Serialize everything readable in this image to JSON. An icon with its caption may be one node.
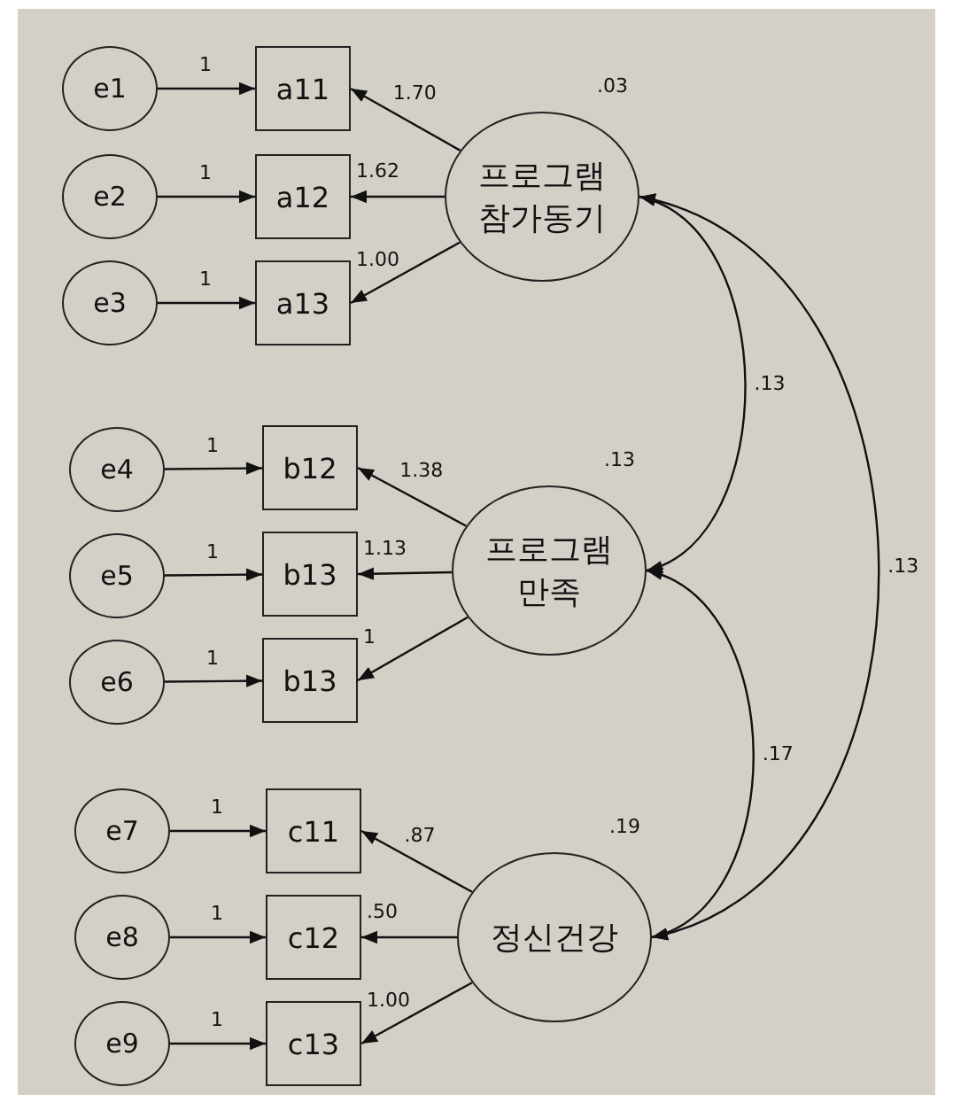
{
  "diagram": {
    "nodes": [
      {
        "text": [
          "e1"
        ]
      },
      {
        "text": [
          "a11"
        ]
      },
      {
        "text": [
          "e2"
        ]
      },
      {
        "text": [
          "a12"
        ]
      },
      {
        "text": [
          "e3"
        ]
      },
      {
        "text": [
          "a13"
        ]
      },
      {
        "text": [
          "프로그램 참가동기"
        ],
        "beside": [
          ".03"
        ]
      },
      {
        "text": [
          "e4"
        ]
      },
      {
        "text": [
          "b12"
        ]
      },
      {
        "text": [
          "e5"
        ]
      },
      {
        "text": [
          "b13"
        ]
      },
      {
        "text": [
          "e6"
        ]
      },
      {
        "text": [
          "b13"
        ]
      },
      {
        "text": [
          "프로그램 만족"
        ],
        "beside": [
          ".13"
        ]
      },
      {
        "text": [
          "e7"
        ]
      },
      {
        "text": [
          "c11"
        ]
      },
      {
        "text": [
          "e8"
        ]
      },
      {
        "text": [
          "c12"
        ]
      },
      {
        "text": [
          "e9"
        ]
      },
      {
        "text": [
          "c13"
        ]
      },
      {
        "text": [
          "정신건강"
        ],
        "beside": [
          ".19"
        ]
      }
    ],
    "edges": [
      {
        "from": 0,
        "to": 1,
        "arrow": "to",
        "label": "1"
      },
      {
        "from": 2,
        "to": 3,
        "arrow": "to",
        "label": "1"
      },
      {
        "from": 4,
        "to": 5,
        "arrow": "to",
        "label": "1"
      },
      {
        "from": 6,
        "to": 1,
        "arrow": "to",
        "label": "1.70"
      },
      {
        "from": 6,
        "to": 3,
        "arrow": "to",
        "label": "1.62"
      },
      {
        "from": 6,
        "to": 5,
        "arrow": "to",
        "label": "1.00"
      },
      {
        "from": 7,
        "to": 8,
        "arrow": "to",
        "label": "1"
      },
      {
        "from": 9,
        "to": 10,
        "arrow": "to",
        "label": "1"
      },
      {
        "from": 11,
        "to": 12,
        "arrow": "to",
        "label": "1"
      },
      {
        "from": 13,
        "to": 8,
        "arrow": "to",
        "label": "1.38"
      },
      {
        "from": 13,
        "to": 10,
        "arrow": "to",
        "label": "1.13"
      },
      {
        "from": 13,
        "to": 12,
        "arrow": "to",
        "label": "1"
      },
      {
        "from": 14,
        "to": 15,
        "arrow": "to",
        "label": "1"
      },
      {
        "from": 16,
        "to": 17,
        "arrow": "to",
        "label": "1"
      },
      {
        "from": 18,
        "to": 19,
        "arrow": "to",
        "label": "1"
      },
      {
        "from": 20,
        "to": 15,
        "arrow": "to",
        "label": ".87"
      },
      {
        "from": 20,
        "to": 17,
        "arrow": "to",
        "label": ".50"
      },
      {
        "from": 20,
        "to": 19,
        "arrow": "to",
        "label": "1.00"
      },
      {
        "from": 6,
        "to": 13,
        "arrow": "both",
        "label": ".13"
      },
      {
        "from": 13,
        "to": 20,
        "arrow": "both",
        "label": ".17"
      },
      {
        "from": 6,
        "to": 20,
        "arrow": "both",
        "label": ".13"
      }
    ]
  }
}
